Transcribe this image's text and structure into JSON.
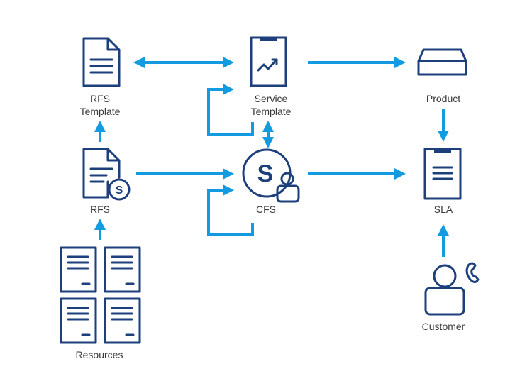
{
  "nodes": {
    "rfs_template": [
      "RFS",
      "Template"
    ],
    "service_template": [
      "Service",
      "Template"
    ],
    "product": "Product",
    "rfs": "RFS",
    "rfs_badge": "S",
    "cfs": "CFS",
    "cfs_badge": "S",
    "sla": "SLA",
    "customer": "Customer",
    "resources": "Resources"
  },
  "colors": {
    "icon": "#1d3f7c",
    "arrow": "#129be0"
  }
}
